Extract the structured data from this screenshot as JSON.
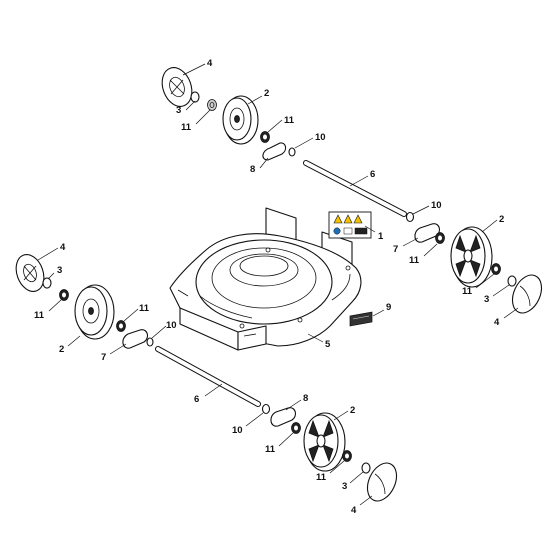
{
  "callouts": [
    {
      "id": "c4a",
      "label": "4"
    },
    {
      "id": "c3a",
      "label": "3"
    },
    {
      "id": "c11a",
      "label": "11"
    },
    {
      "id": "c2a",
      "label": "2"
    },
    {
      "id": "c11b",
      "label": "11"
    },
    {
      "id": "c10a",
      "label": "10"
    },
    {
      "id": "c8a",
      "label": "8"
    },
    {
      "id": "c6a",
      "label": "6"
    },
    {
      "id": "c10b",
      "label": "10"
    },
    {
      "id": "c1",
      "label": "1"
    },
    {
      "id": "c2b",
      "label": "2"
    },
    {
      "id": "c7a",
      "label": "7"
    },
    {
      "id": "c11c",
      "label": "11"
    },
    {
      "id": "c11d",
      "label": "11"
    },
    {
      "id": "c3b",
      "label": "3"
    },
    {
      "id": "c4b",
      "label": "4"
    },
    {
      "id": "c9",
      "label": "9"
    },
    {
      "id": "c5",
      "label": "5"
    },
    {
      "id": "c4c",
      "label": "4"
    },
    {
      "id": "c3c",
      "label": "3"
    },
    {
      "id": "c11e",
      "label": "11"
    },
    {
      "id": "c2c",
      "label": "2"
    },
    {
      "id": "c11f",
      "label": "11"
    },
    {
      "id": "c10c",
      "label": "10"
    },
    {
      "id": "c7b",
      "label": "7"
    },
    {
      "id": "c6b",
      "label": "6"
    },
    {
      "id": "c8b",
      "label": "8"
    },
    {
      "id": "c10d",
      "label": "10"
    },
    {
      "id": "c2d",
      "label": "2"
    },
    {
      "id": "c11g",
      "label": "11"
    },
    {
      "id": "c11h",
      "label": "11"
    },
    {
      "id": "c3d",
      "label": "3"
    },
    {
      "id": "c4d",
      "label": "4"
    }
  ],
  "icons": {
    "warning_label": "warning-decal-icon",
    "brand_plate": "brand-plate-icon"
  },
  "colors": {
    "line": "#111111",
    "background": "#ffffff",
    "decal_yellow": "#f2c200",
    "decal_blue": "#1f6fb8"
  }
}
